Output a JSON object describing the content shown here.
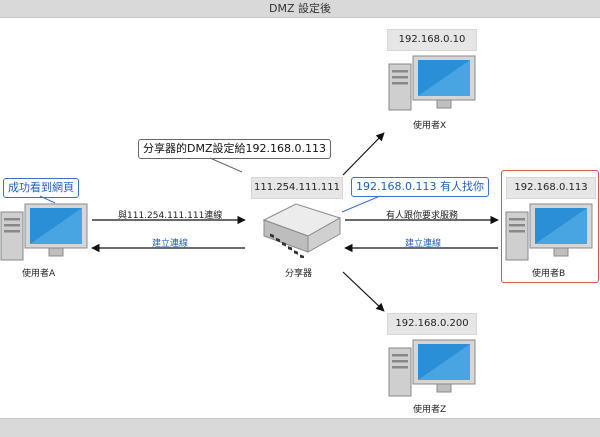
{
  "title": "DMZ 設定後",
  "router": {
    "ip": "111.254.111.111",
    "label": "分享器",
    "callout": "分享器的DMZ設定給192.168.0.113"
  },
  "computers": {
    "A": {
      "label": "使用者A",
      "callout": "成功看到網頁"
    },
    "B": {
      "label": "使用者B",
      "ip": "192.168.0.113",
      "callout": "192.168.0.113 有人找你"
    },
    "X": {
      "label": "使用者X",
      "ip": "192.168.0.10"
    },
    "Z": {
      "label": "使用者Z",
      "ip": "192.168.0.200"
    }
  },
  "arrows": {
    "a_to_router": "與111.254.111.111連線",
    "router_to_a": "建立連線",
    "router_to_b": "有人跟你要求服務",
    "b_to_router": "建立連線"
  },
  "colors": {
    "bar": "#d9d9d9",
    "ip_box": "#e6e6e6",
    "link_text": "#1f5fbf",
    "highlight": "#e05050",
    "screen": "#2a8fd6"
  }
}
